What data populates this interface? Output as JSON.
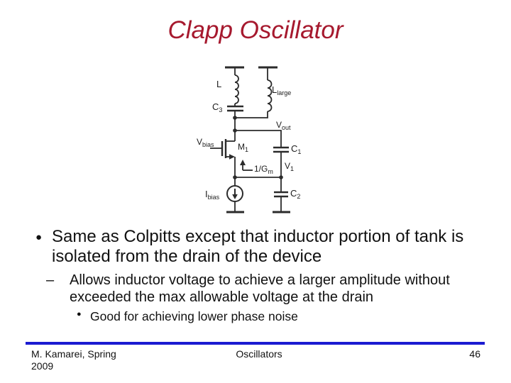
{
  "slide": {
    "title": "Clapp Oscillator",
    "title_color": "#a6192e",
    "divider_color": "#1b1bd1",
    "background_color": "#ffffff",
    "text_color": "#111111",
    "circuit_stroke_color": "#2b2b2b"
  },
  "bullets": [
    {
      "marker": "●",
      "text": "Same as Colpitts except that inductor portion of tank is isolated from the drain of the device"
    },
    {
      "marker": "–",
      "text": "Allows inductor voltage to achieve a larger amplitude without exceeded the max allowable voltage at the drain"
    },
    {
      "marker": "●",
      "text": "Good for achieving lower phase noise"
    }
  ],
  "diagram": {
    "labels": {
      "L": {
        "base": "L",
        "sub": ""
      },
      "Llarge": {
        "base": "L",
        "sub": "large"
      },
      "C3": {
        "base": "C",
        "sub": "3"
      },
      "Vout": {
        "base": "V",
        "sub": "out"
      },
      "Vbias": {
        "base": "V",
        "sub": "bias"
      },
      "M1": {
        "base": "M",
        "sub": "1"
      },
      "C1": {
        "base": "C",
        "sub": "1"
      },
      "V1": {
        "base": "V",
        "sub": "1"
      },
      "Gm": {
        "base": "1/G",
        "sub": "m"
      },
      "Ibias": {
        "base": "I",
        "sub": "bias"
      },
      "C2": {
        "base": "C",
        "sub": "2"
      }
    }
  },
  "footer": {
    "author": "M. Kamarei, Spring 2009",
    "course": "Oscillators",
    "page_number": "46"
  }
}
